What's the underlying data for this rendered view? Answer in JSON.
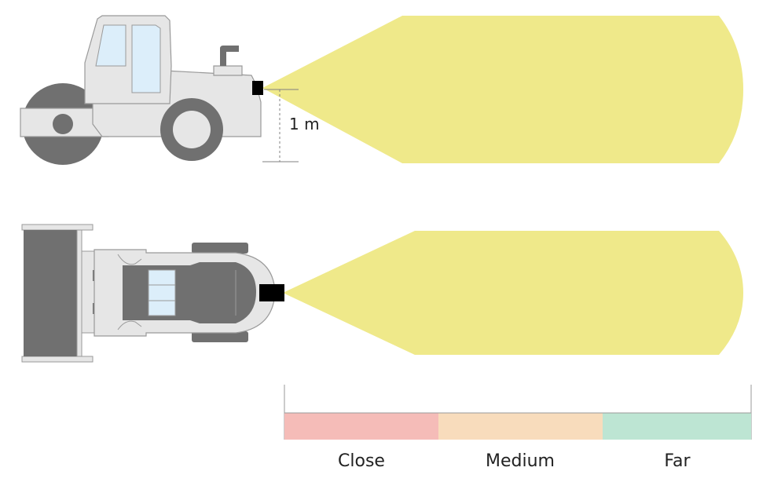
{
  "height_marker": {
    "label": "1 m"
  },
  "distance_zones": [
    {
      "label": "Close",
      "color": "#f5bcb8"
    },
    {
      "label": "Medium",
      "color": "#f8dcbc"
    },
    {
      "label": "Far",
      "color": "#bde5d3"
    }
  ],
  "colors": {
    "beam": "#efe98a",
    "machine_body": "#e6e6e6",
    "machine_outline": "#9a9a9a",
    "dark_gray": "#707070",
    "window": "#dceefa",
    "sensor": "#000000"
  }
}
